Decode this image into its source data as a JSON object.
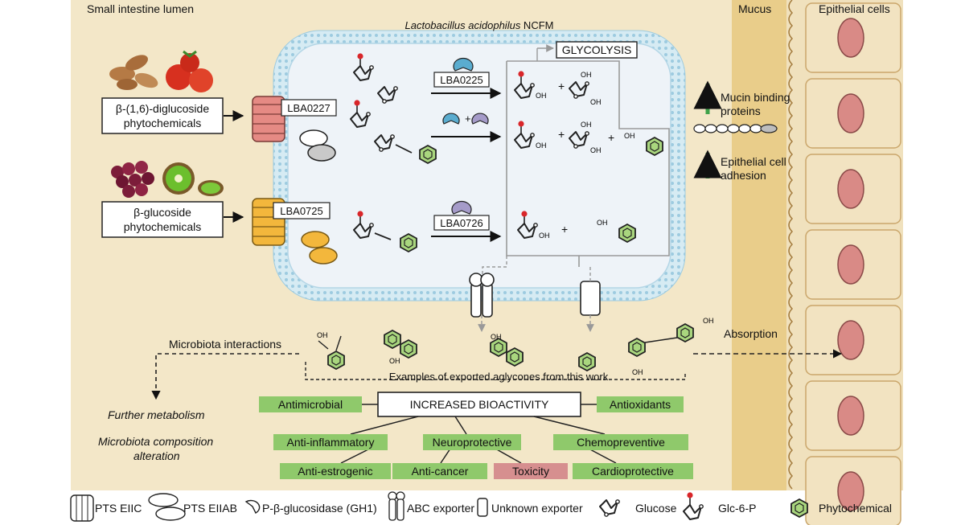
{
  "regions": {
    "lumen": "Small intestine lumen",
    "mucus": "Mucus",
    "epithelial": "Epithelial cells"
  },
  "cell": {
    "organism": "Lactobacillus acidophilus",
    "strain": " NCFM"
  },
  "sources": {
    "diglucoside": [
      "β-(1,6)-diglucoside",
      "phytochemicals"
    ],
    "glucoside": [
      "β-glucoside",
      "phytochemicals"
    ]
  },
  "transporters": {
    "t1": "LBA0227",
    "t2": "LBA0725"
  },
  "enzymes": {
    "e1": "LBA0225",
    "e2": "LBA0726"
  },
  "glycolysis": "GLYCOLYSIS",
  "plus": "+",
  "oh": "OH",
  "mucin": {
    "binding": [
      "Mucin binding",
      "proteins"
    ],
    "adhesion": [
      "Epithelial cell",
      "adhesion"
    ]
  },
  "exported_caption": "Examples of exported aglycones from this work",
  "interactions": {
    "microbiota": "Microbiota interactions",
    "absorption": "Absorption",
    "further": "Further metabolism",
    "composition": [
      "Microbiota composition",
      "alteration"
    ]
  },
  "bioactivity": {
    "title": "INCREASED BIOACTIVITY",
    "effects": [
      "Antimicrobial",
      "Antioxidants",
      "Anti-inflammatory",
      "Neuroprotective",
      "Chemopreventive",
      "Anti-estrogenic",
      "Anti-cancer",
      "Toxicity",
      "Cardioprotective"
    ]
  },
  "legend": [
    "PTS EIIC",
    "PTS EIIAB",
    "P-β-glucosidase (GH1)",
    "ABC exporter",
    "Unknown exporter",
    "Glucose",
    "Glc-6-P",
    "Phytochemical"
  ],
  "colors": {
    "background": "#f3e7c8",
    "membrane": "#bfe0ee",
    "pink_transporter": "#e58a84",
    "yellow_transporter": "#f3b73c",
    "green_label": "#8fc96b",
    "toxicity": "#d68f8f",
    "enzyme_blue": "#5aaccf",
    "enzyme_purple": "#a59bc9",
    "arrow_green": "#3fa24a",
    "phosphate_red": "#d9262a",
    "epithelial_nucleus": "#d98a86"
  }
}
